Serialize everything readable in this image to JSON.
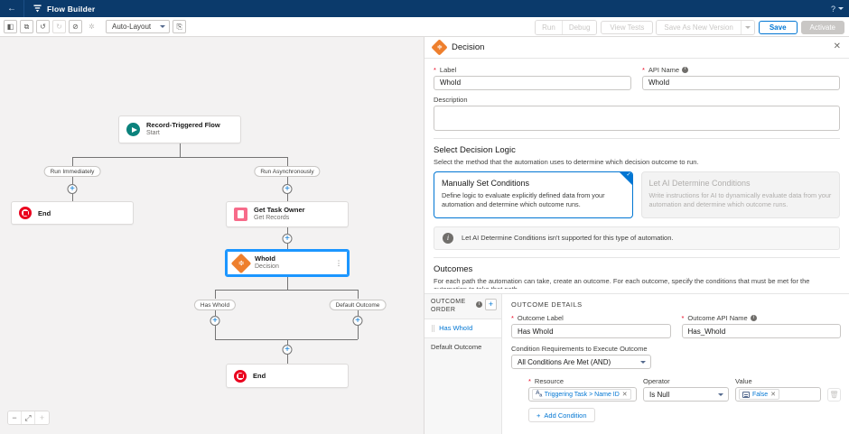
{
  "global_header": {
    "back_icon": "back-arrow-icon",
    "app_icon": "flow-builder-icon",
    "title": "Flow Builder",
    "help_label": "?"
  },
  "toolbar": {
    "buttons": [
      {
        "name": "toggle-left-panel",
        "glyph": "◧"
      },
      {
        "name": "elements-panel",
        "glyph": "⧉"
      },
      {
        "name": "undo",
        "glyph": "↺"
      },
      {
        "name": "redo",
        "glyph": "↻"
      },
      {
        "name": "toggle-auto-layout-lock",
        "glyph": "⊘"
      },
      {
        "name": "settings",
        "glyph": "✲"
      }
    ],
    "layout_select": "Auto-Layout",
    "copy_button_glyph": "⎘",
    "run_label": "Run",
    "debug_label": "Debug",
    "view_tests_label": "View Tests",
    "save_as_new_version_label": "Save As New Version",
    "save_label": "Save",
    "activate_label": "Activate"
  },
  "canvas": {
    "nodes": {
      "start": {
        "title": "Record-Triggered Flow",
        "subtitle": "Start"
      },
      "end_left": {
        "title": "End"
      },
      "get_records": {
        "title": "Get Task Owner",
        "subtitle": "Get Records"
      },
      "decision": {
        "title": "WhoId",
        "subtitle": "Decision",
        "menu": "⋮"
      },
      "end_bottom": {
        "title": "End"
      }
    },
    "branch_labels": {
      "run_immediately": "Run Immediately",
      "run_async": "Run Asynchronously",
      "has_whoid": "Has WhoId",
      "default_outcome": "Default Outcome"
    },
    "zoom_controls": {
      "zoom_out": "−",
      "fit": "⤢",
      "zoom_in": "+"
    }
  },
  "panel": {
    "icon": "decision-icon",
    "title": "Decision",
    "close_label": "✕",
    "label_field": {
      "label": "Label",
      "value": "WhoId"
    },
    "api_name_field": {
      "label": "API Name",
      "value": "WhoId"
    },
    "description_label": "Description",
    "decision_logic": {
      "title": "Select Decision Logic",
      "description": "Select the method that the automation uses to determine which decision outcome to run.",
      "options": [
        {
          "title": "Manually Set Conditions",
          "description": "Define logic to evaluate explicitly defined data from your automation and determine which outcome runs."
        },
        {
          "title": "Let AI Determine Conditions",
          "description": "Write instructions for AI to dynamically evaluate data from your automation and determine which outcome runs."
        }
      ],
      "notice": "Let AI Determine Conditions isn't supported for this type of automation."
    },
    "outcomes": {
      "title": "Outcomes",
      "description": "For each path the automation can take, create an outcome. For each outcome, specify the conditions that must be met for the automation to take that path.",
      "order_header": "OUTCOME ORDER",
      "add_glyph": "+",
      "items": [
        {
          "label": "Has WhoId",
          "active": true
        },
        {
          "label": "Default Outcome",
          "active": false
        }
      ],
      "details_header": "OUTCOME DETAILS",
      "outcome_label_field": {
        "label": "Outcome Label",
        "value": "Has WhoId"
      },
      "outcome_api_field": {
        "label": "Outcome API Name",
        "value": "Has_WhoId"
      },
      "condition_requirements_label": "Condition Requirements to Execute Outcome",
      "condition_requirements_value": "All Conditions Are Met (AND)",
      "condition": {
        "resource_label": "Resource",
        "resource_value": "Triggering Task > Name ID",
        "operator_label": "Operator",
        "operator_value": "Is Null",
        "value_label": "Value",
        "value_value": "False",
        "remove_glyph": "🗑"
      },
      "add_condition_label": "Add Condition"
    }
  },
  "colors": {
    "brand_blue": "#0176d3",
    "header_navy": "#0b3a6b",
    "decision_orange": "#ee7f2d",
    "start_teal": "#0b827c",
    "end_red": "#ea001e",
    "get_records_pink": "#f76b8a"
  }
}
